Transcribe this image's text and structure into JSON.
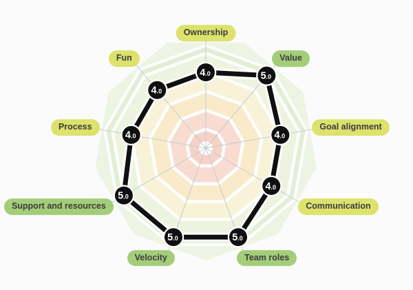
{
  "page": {
    "background_color": "#fafbfa"
  },
  "chart_data": {
    "type": "radar",
    "title": "",
    "scale": {
      "min": 0,
      "max": 5,
      "ring_step": 1,
      "grid": "concentric-colored-bands",
      "legend": "none"
    },
    "axes": [
      {
        "label": "Ownership",
        "value": 4.0,
        "display": "4.0",
        "level": "medium"
      },
      {
        "label": "Value",
        "value": 5.0,
        "display": "5.0",
        "level": "high"
      },
      {
        "label": "Goal alignment",
        "value": 4.0,
        "display": "4.0",
        "level": "medium"
      },
      {
        "label": "Communication",
        "value": 4.0,
        "display": "4.0",
        "level": "medium"
      },
      {
        "label": "Team roles",
        "value": 5.0,
        "display": "5.0",
        "level": "high"
      },
      {
        "label": "Velocity",
        "value": 5.0,
        "display": "5.0",
        "level": "high"
      },
      {
        "label": "Support and resources",
        "value": 5.0,
        "display": "5.0",
        "level": "high"
      },
      {
        "label": "Process",
        "value": 4.0,
        "display": "4.0",
        "level": "medium"
      },
      {
        "label": "Fun",
        "value": 4.0,
        "display": "4.0",
        "level": "medium"
      }
    ],
    "colors": {
      "pill_medium": "#dde26d",
      "pill_high": "#a4cd7a",
      "pill_text": "#3c3c3c",
      "series_line": "#101010",
      "marker_fill": "#101010",
      "marker_text": "#ffffff",
      "marker_halo": "#ffffff",
      "band_0_1": "#f6d2c8",
      "band_1_2": "#f8dcd2",
      "band_2_3": "#f9ebca",
      "band_3_4": "#f8f2d8",
      "band_4_5": "#edf3df",
      "outer_band": "#e4eed7",
      "outer_halo": "#edf4e4",
      "spoke": "#c2cbd2",
      "gap": "#fdfefd"
    }
  }
}
